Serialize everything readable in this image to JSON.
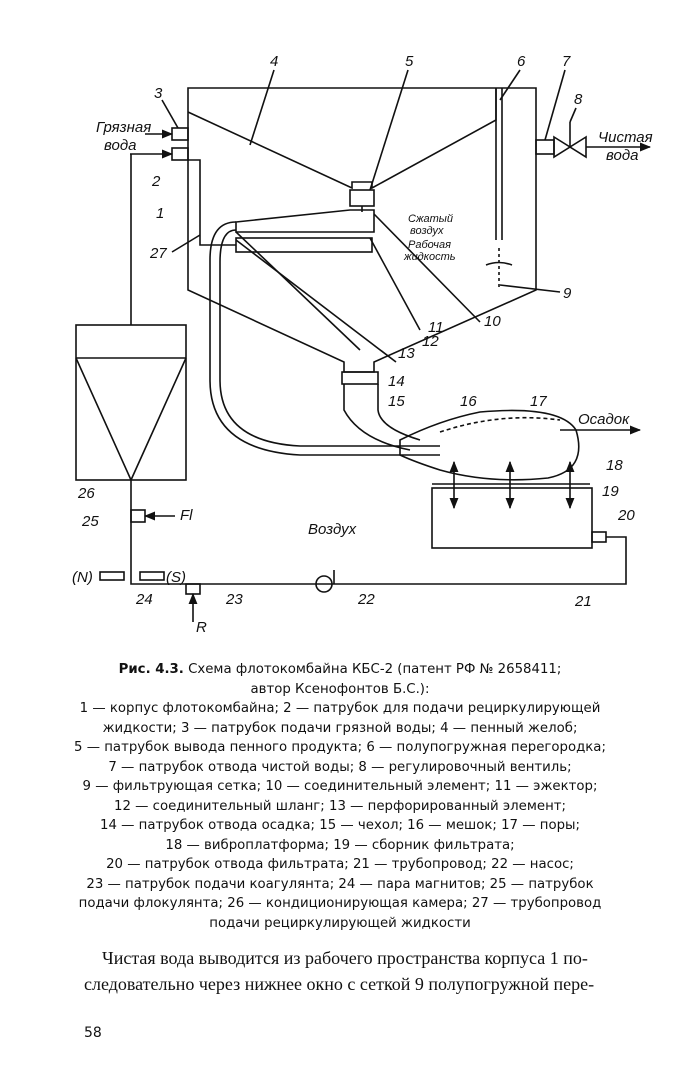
{
  "figure": {
    "labels": {
      "n1": "1",
      "n2": "2",
      "n3": "3",
      "n4": "4",
      "n5": "5",
      "n6": "6",
      "n7": "7",
      "n8": "8",
      "n9": "9",
      "n10": "10",
      "n11": "11",
      "n12": "12",
      "n13": "13",
      "n14": "14",
      "n15": "15",
      "n16": "16",
      "n17": "17",
      "n18": "18",
      "n19": "19",
      "n20": "20",
      "n21": "21",
      "n22": "22",
      "n23": "23",
      "n24": "24",
      "n25": "25",
      "n26": "26",
      "n27": "27"
    },
    "text": {
      "dirty_water_1": "Грязная",
      "dirty_water_2": "вода",
      "clean_water_1": "Чистая",
      "clean_water_2": "вода",
      "compressed_air_1": "Сжатый",
      "compressed_air_2": "воздух",
      "working_fluid_1": "Рабочая",
      "working_fluid_2": "жидкость",
      "sediment": "Осадок",
      "air": "Воздух",
      "fl": "Fl",
      "n_pole": "(N)",
      "s_pole": "(S)",
      "r": "R"
    }
  },
  "caption": {
    "title": "Рис. 4.3.",
    "line1": " Схема флотокомбайна КБС-2 (патент РФ № 2658411;",
    "line2": "автор Ксенофонтов Б.С.):",
    "line3": "1 — корпус флотокомбайна; 2 — патрубок для подачи рециркулирующей",
    "line4": "жидкости; 3 — патрубок подачи грязной воды; 4 — пенный желоб;",
    "line5": "5 — патрубок вывода пенного продукта; 6 — полупогружная перегородка;",
    "line6": "7 — патрубок отвода чистой воды; 8 — регулировочный вентиль;",
    "line7": "9 — фильтрующая сетка; 10 — соединительный элемент; 11 — эжектор;",
    "line8": "12 — соединительный шланг; 13 — перфорированный элемент;",
    "line9": "14 — патрубок отвода осадка; 15 — чехол; 16 — мешок; 17 — поры;",
    "line10": "18 — виброплатформа; 19 — сборник фильтрата;",
    "line11": "20 — патрубок отвода фильтрата; 21 — трубопровод; 22 — насос;",
    "line12": "23 — патрубок подачи коагулянта; 24 — пара магнитов; 25 — патрубок",
    "line13": "подачи флокулянта; 26 — кондиционирующая камера; 27 — трубопровод",
    "line14": "подачи рециркулирующей жидкости"
  },
  "body": {
    "line1": "Чистая вода выводится из рабочего пространства корпуса 1 по-",
    "line2": "следовательно через нижнее окно с сеткой 9 полупогружной пере-"
  },
  "page_number": "58"
}
